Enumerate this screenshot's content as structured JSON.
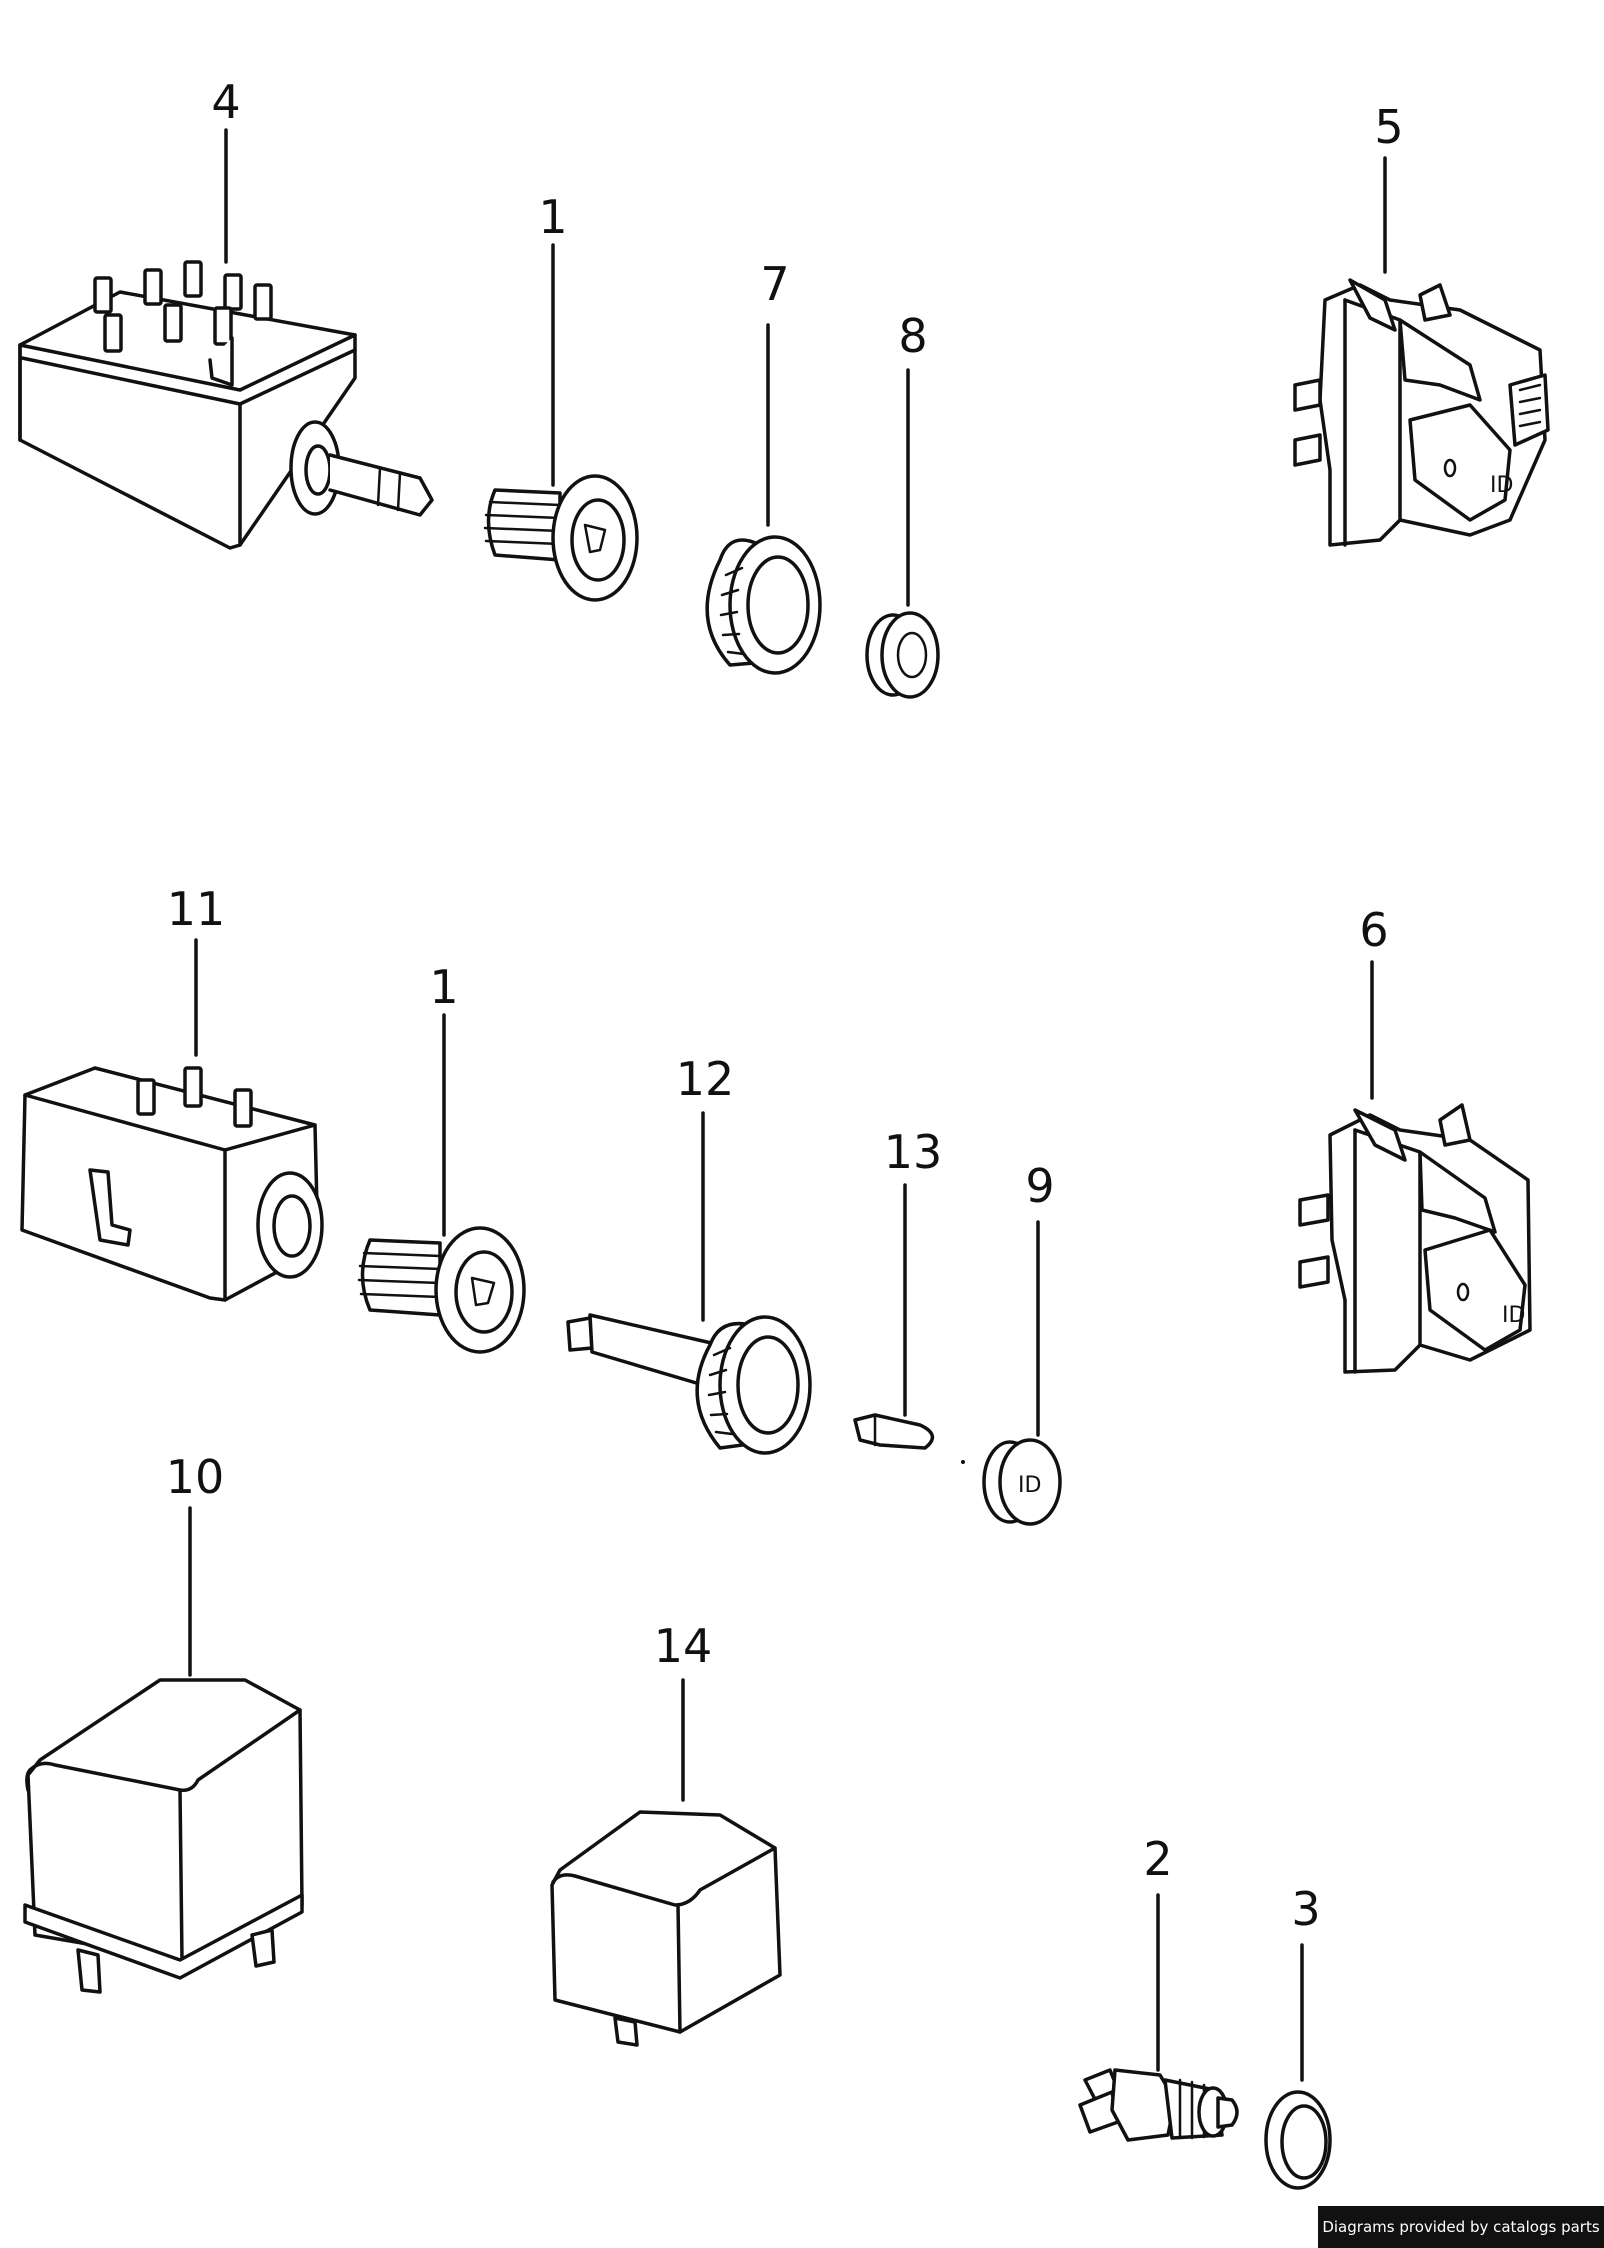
{
  "callouts": {
    "c1a": "1",
    "c1b": "1",
    "c2": "2",
    "c3": "3",
    "c4": "4",
    "c5": "5",
    "c6": "6",
    "c7": "7",
    "c8": "8",
    "c9": "9",
    "c10": "10",
    "c11": "11",
    "c12": "12",
    "c13": "13",
    "c14": "14"
  },
  "credit": "Diagrams provided by catalogs parts"
}
